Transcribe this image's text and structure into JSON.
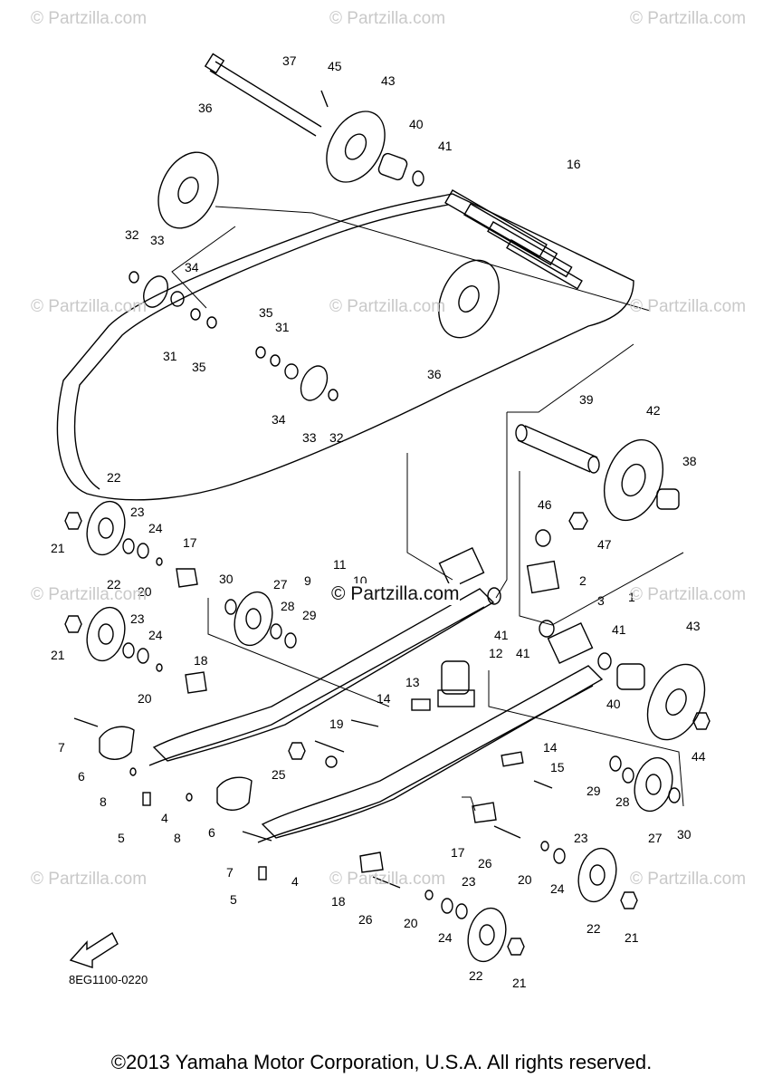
{
  "watermark": "© Partzilla.com",
  "center_watermark": "© Partzilla.com",
  "diagram_code": "8EG1100-0220",
  "fwd_label": "FWD",
  "copyright": "©2013 Yamaha Motor Corporation, U.S.A. All rights reserved.",
  "callouts": [
    "37",
    "45",
    "43",
    "36",
    "40",
    "41",
    "16",
    "32",
    "33",
    "34",
    "35",
    "31",
    "31",
    "35",
    "36",
    "34",
    "33",
    "32",
    "39",
    "42",
    "38",
    "22",
    "23",
    "24",
    "21",
    "17",
    "20",
    "30",
    "27",
    "28",
    "29",
    "11",
    "9",
    "10",
    "41",
    "46",
    "47",
    "2",
    "3",
    "1",
    "22",
    "23",
    "24",
    "21",
    "20",
    "18",
    "12",
    "13",
    "41",
    "41",
    "43",
    "14",
    "19",
    "7",
    "6",
    "8",
    "5",
    "4",
    "25",
    "15",
    "14",
    "40",
    "44",
    "29",
    "28",
    "27",
    "30",
    "6",
    "8",
    "7",
    "5",
    "4",
    "17",
    "26",
    "20",
    "23",
    "24",
    "22",
    "21",
    "23",
    "18",
    "26",
    "20",
    "24",
    "22",
    "21"
  ]
}
